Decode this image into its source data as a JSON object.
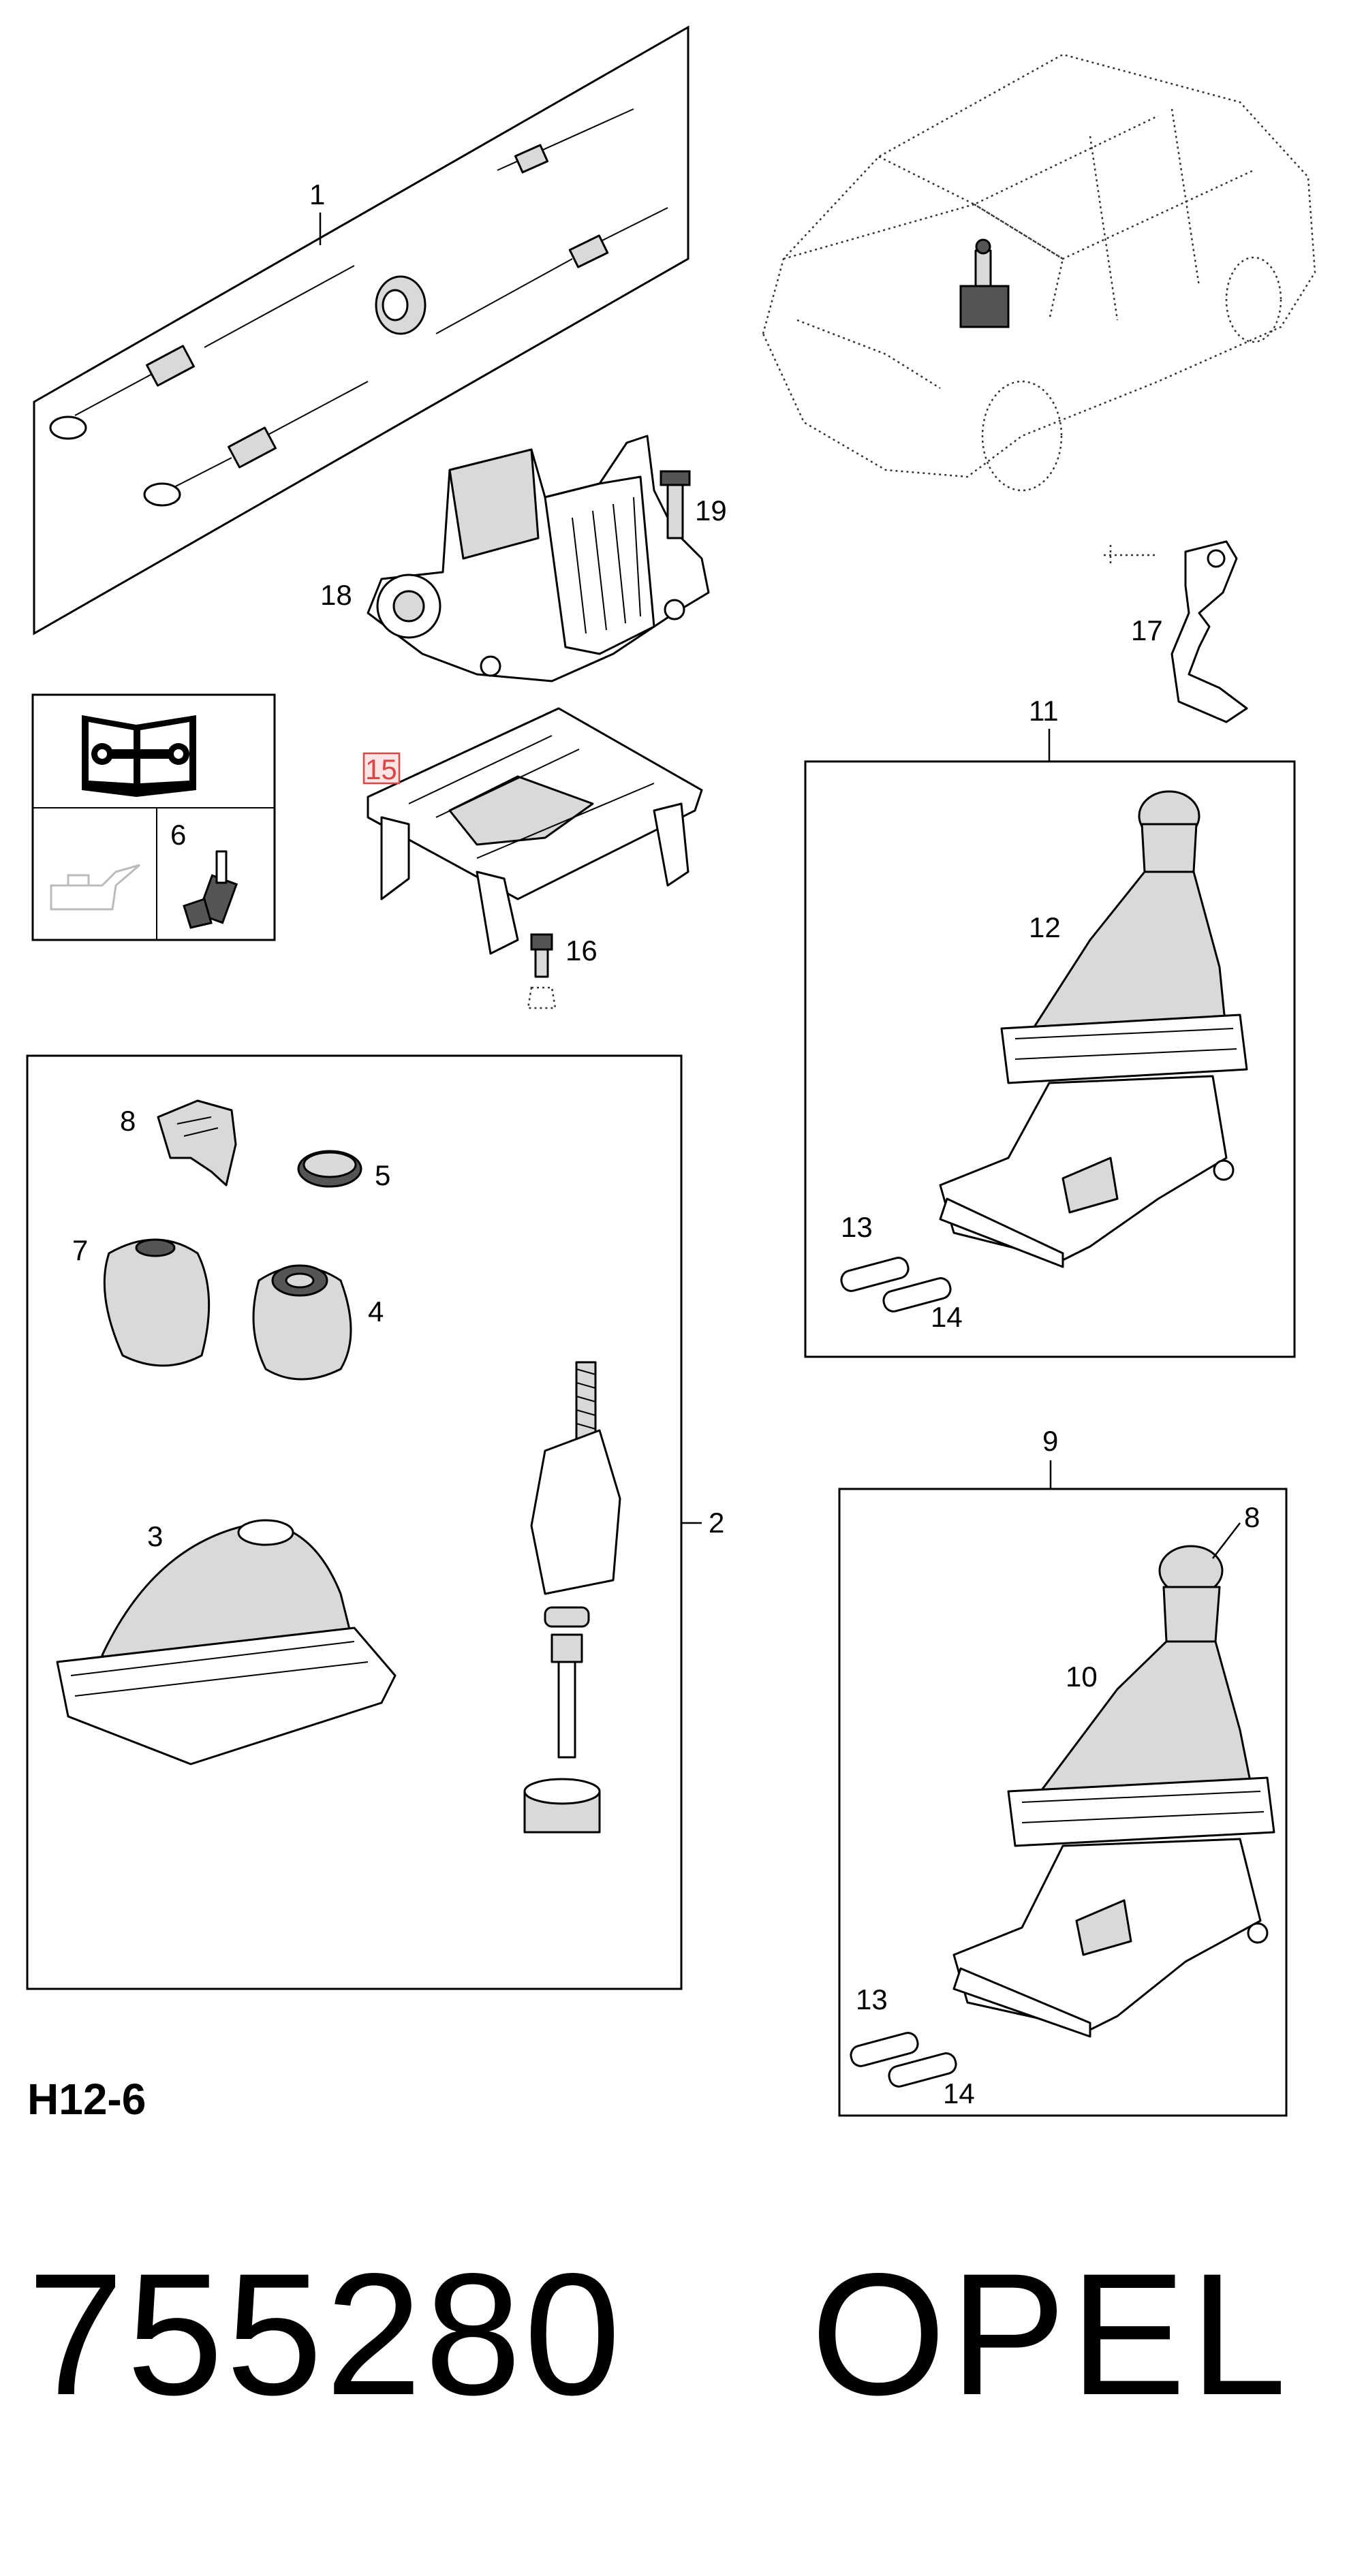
{
  "diagram": {
    "callouts": {
      "c1": "1",
      "c2": "2",
      "c3": "3",
      "c4": "4",
      "c5": "5",
      "c6": "6",
      "c7": "7",
      "c8a": "8",
      "c8b": "8",
      "c9": "9",
      "c10": "10",
      "c11": "11",
      "c12": "12",
      "c13a": "13",
      "c13b": "13",
      "c14a": "14",
      "c14b": "14",
      "c15": "15",
      "c16": "16",
      "c17": "17",
      "c18": "18",
      "c19": "19"
    },
    "highlighted_callout": "15",
    "highlight_color": "#d44444",
    "icons": [
      "manual-book-wrench-icon",
      "oil-can-icon",
      "adhesive-bottle-icon"
    ]
  },
  "footer": {
    "code": "H12-6",
    "part_number": "755280",
    "brand": "OPEL"
  }
}
